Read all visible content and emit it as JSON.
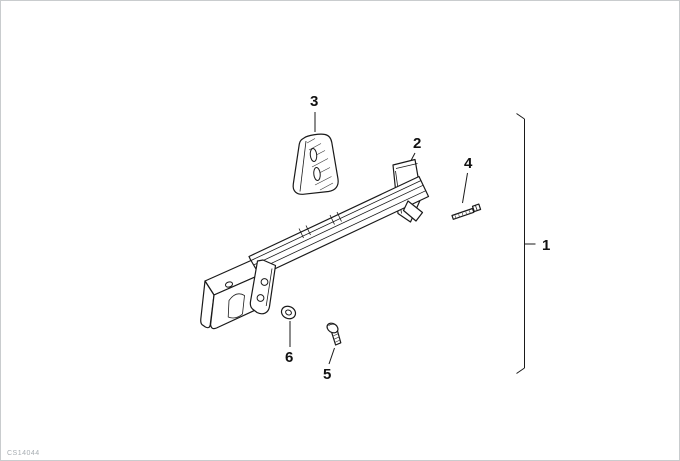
{
  "diagram": {
    "type": "exploded-parts-diagram",
    "background": "#ffffff",
    "line_color": "#1a1a1a",
    "border_color": "#c9ccce",
    "callouts": {
      "1": "1",
      "2": "2",
      "3": "3",
      "4": "4",
      "5": "5",
      "6": "6"
    },
    "footer_code": "CS14044"
  }
}
